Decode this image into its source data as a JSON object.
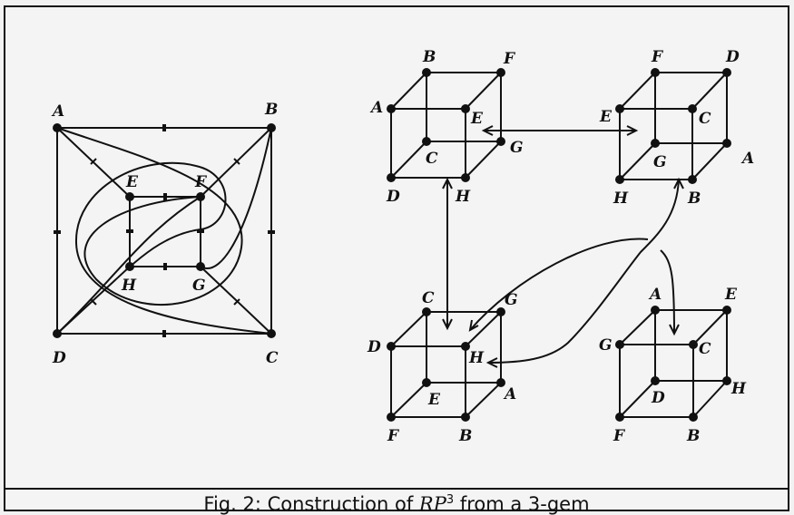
{
  "caption": {
    "prefix": "Fig. 2: Construction of ",
    "math": "RP",
    "superscript": "3",
    "suffix": " from a 3-gem"
  },
  "square_graph": {
    "labels": [
      "A",
      "B",
      "C",
      "D",
      "E",
      "F",
      "G",
      "H"
    ]
  },
  "cubes": [
    {
      "id": "cube-1",
      "labels": [
        "A",
        "B",
        "F",
        "E",
        "G",
        "C",
        "D",
        "H"
      ]
    },
    {
      "id": "cube-2",
      "labels": [
        "E",
        "F",
        "D",
        "C",
        "G",
        "A",
        "H",
        "B"
      ]
    },
    {
      "id": "cube-3",
      "labels": [
        "D",
        "C",
        "G",
        "H",
        "E",
        "A",
        "F",
        "B"
      ]
    },
    {
      "id": "cube-4",
      "labels": [
        "G",
        "A",
        "E",
        "C",
        "D",
        "H",
        "F",
        "B"
      ]
    }
  ]
}
